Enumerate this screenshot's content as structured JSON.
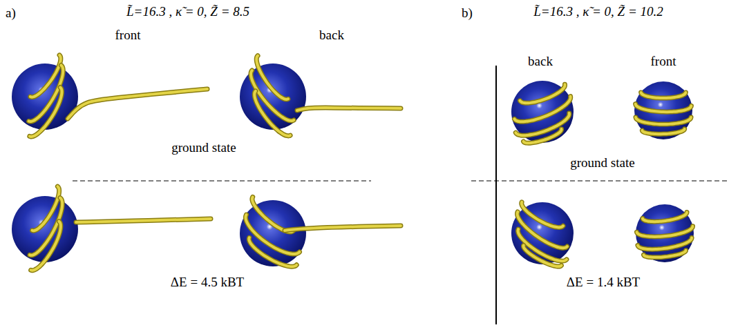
{
  "diagram": {
    "labels": [
      "a)",
      "L̃=16.3 , κ̃ = 0, Z̃ = 8.5",
      "front",
      "back",
      "ground state",
      "ΔE = 4.5 kBT",
      "b)",
      "L̃=16.3 , κ̃ = 0, Z̃ = 10.2",
      "back",
      "front",
      "ground state",
      "ΔE = 1.4 kBT"
    ]
  }
}
